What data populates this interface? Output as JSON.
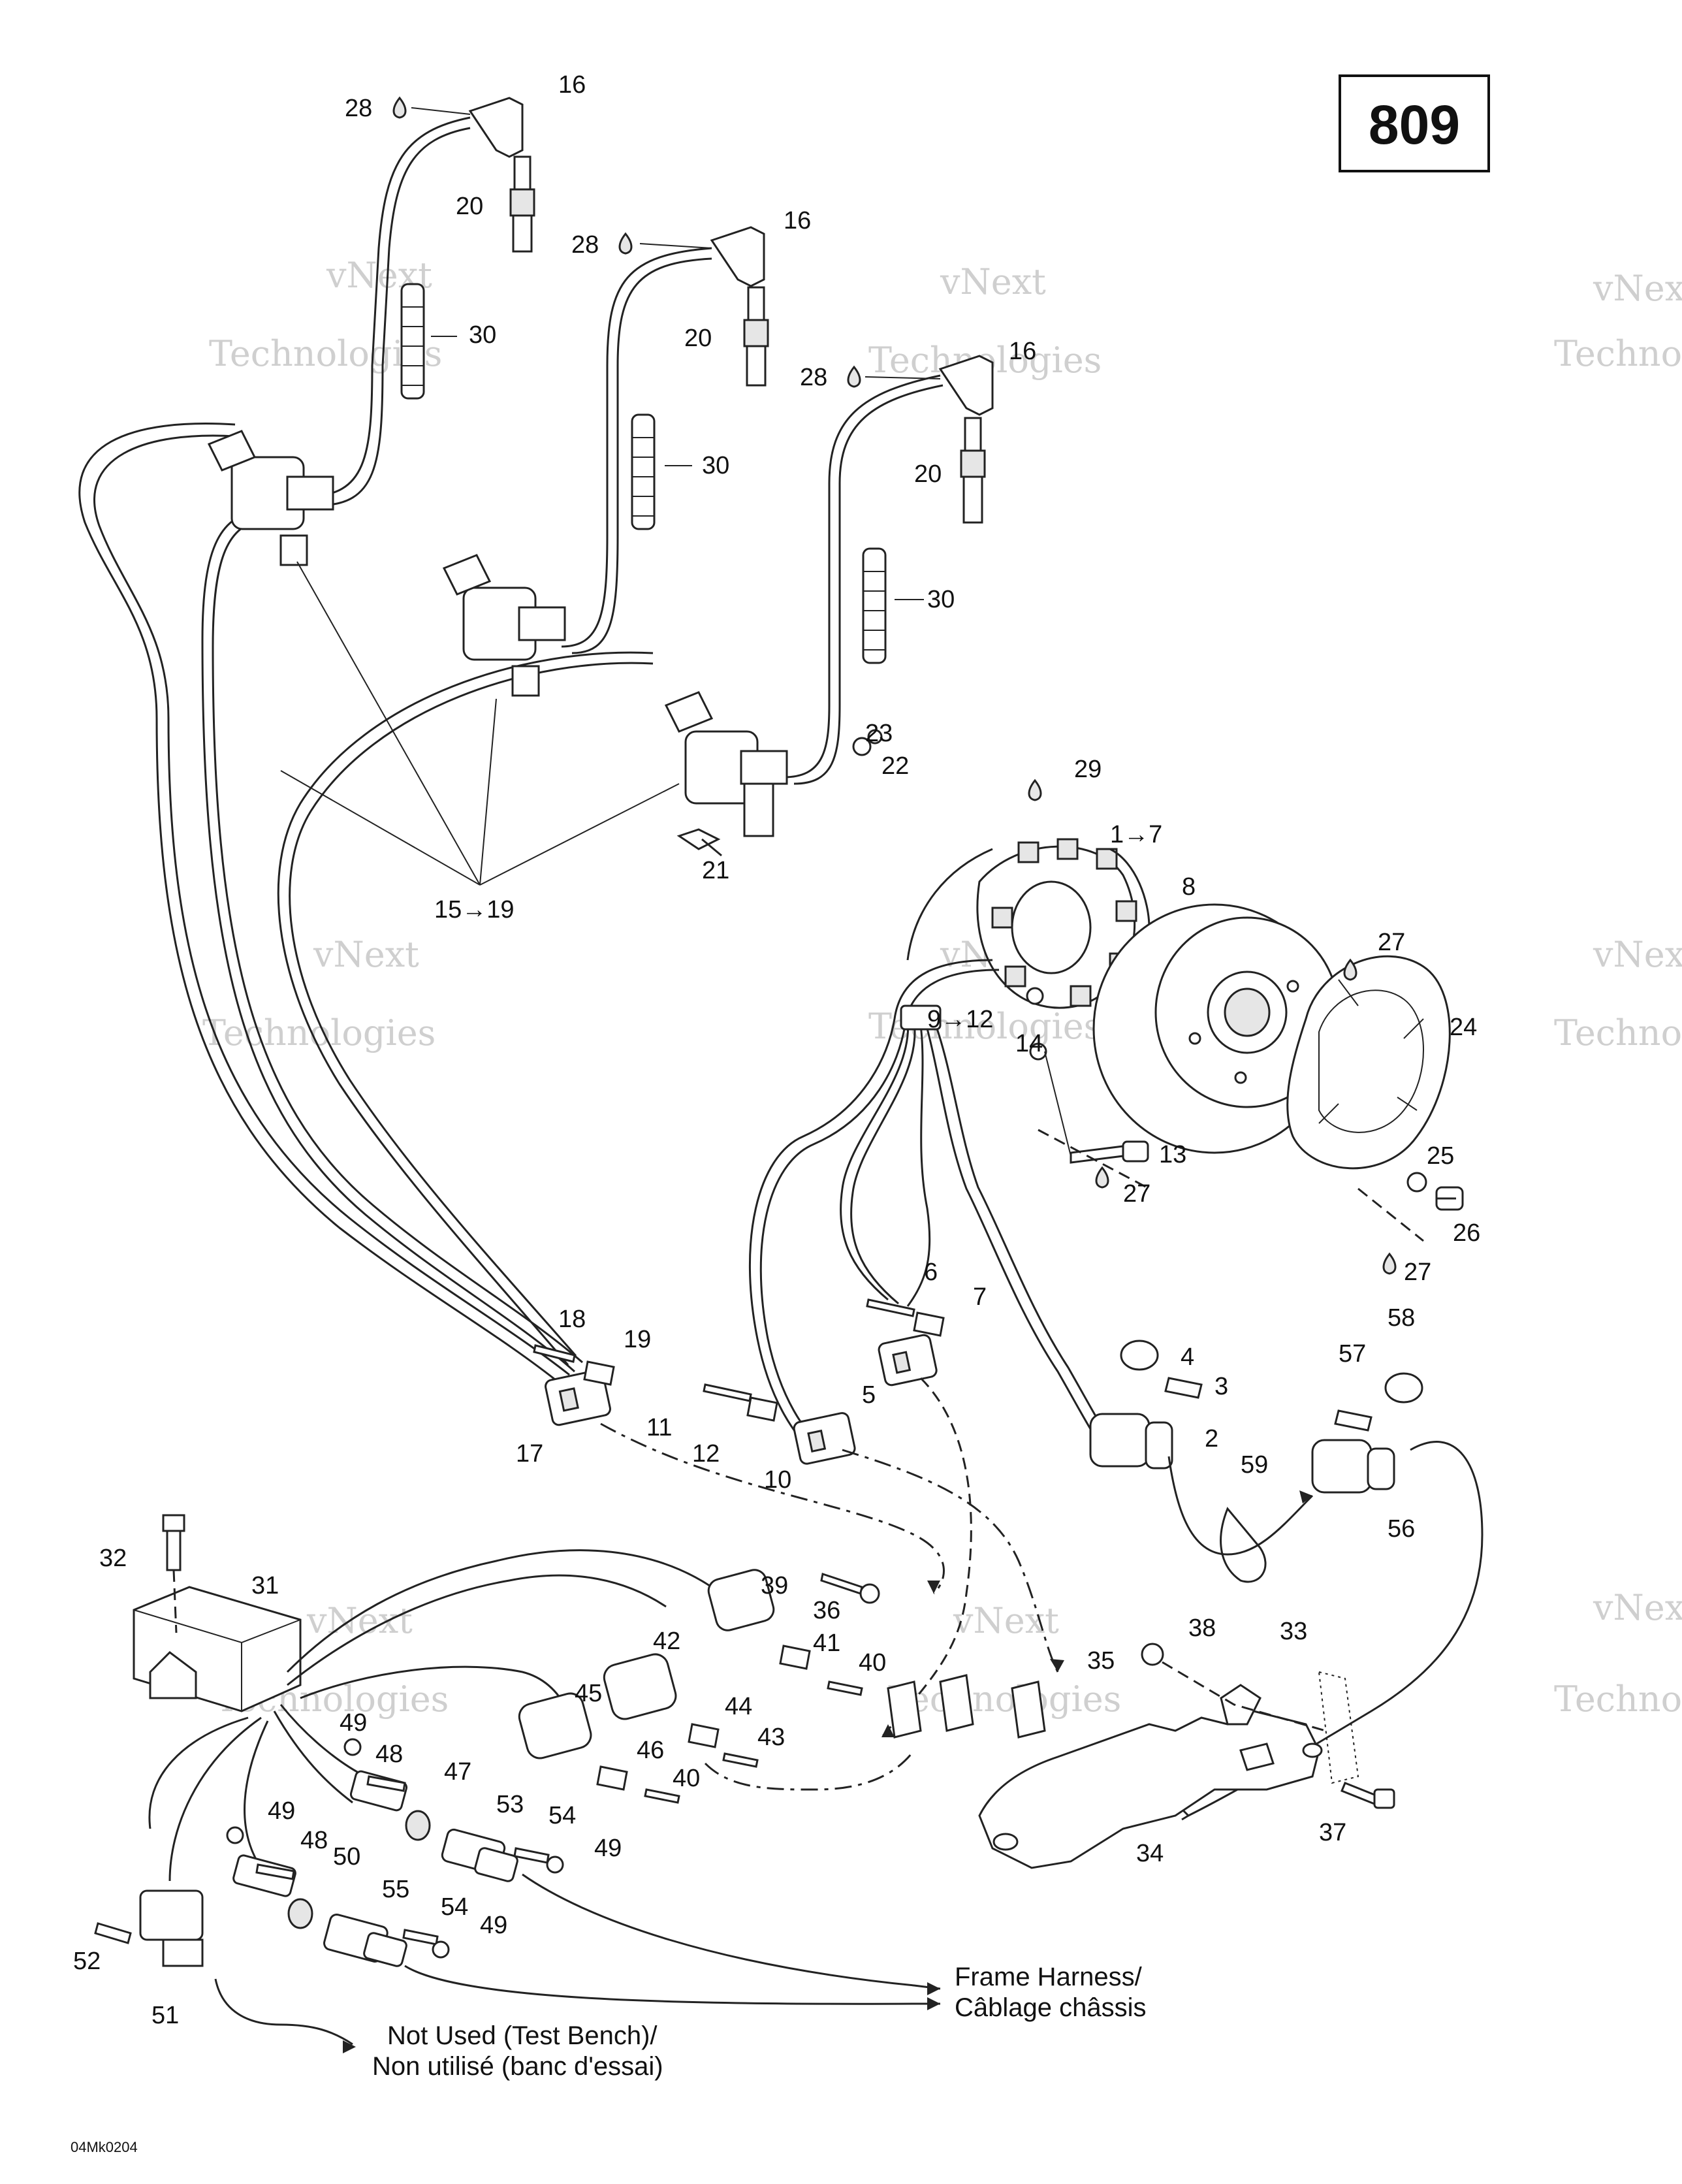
{
  "diagram": {
    "page_number": "809",
    "drawing_code": "04Mk0204",
    "watermark": [
      "vNext",
      "Technologies"
    ],
    "notes": {
      "frame_harness": [
        "Frame Harness/",
        "Câblage châssis"
      ],
      "not_used": [
        "Not Used (Test Bench)/",
        "Non utilisé (banc d'essai)"
      ]
    },
    "callouts": {
      "c16a": "16",
      "c16b": "16",
      "c16c": "16",
      "c28a": "28",
      "c28b": "28",
      "c28c": "28",
      "c20a": "20",
      "c20b": "20",
      "c20c": "20",
      "c30a": "30",
      "c30b": "30",
      "c30c": "30",
      "c15": "15→19",
      "c21": "21",
      "c22": "22",
      "c23": "23",
      "c29": "29",
      "c1": "1→7",
      "c8": "8",
      "c27a": "27",
      "c24": "24",
      "c9": "9→12",
      "c14": "14",
      "c13": "13",
      "c27b": "27",
      "c25": "25",
      "c26": "26",
      "c27c": "27",
      "c6": "6",
      "c7": "7",
      "c5": "5",
      "c4": "4",
      "c3": "3",
      "c2": "2",
      "c18": "18",
      "c19": "19",
      "c17": "17",
      "c11": "11",
      "c12": "12",
      "c10": "10",
      "c58": "58",
      "c57": "57",
      "c59": "59",
      "c56": "56",
      "c32": "32",
      "c31": "31",
      "c39": "39",
      "c36": "36",
      "c41": "41",
      "c40a": "40",
      "c42": "42",
      "c45": "45",
      "c44": "44",
      "c43": "43",
      "c46": "46",
      "c40b": "40",
      "c38": "38",
      "c33": "33",
      "c35": "35",
      "c37": "37",
      "c34": "34",
      "c49a": "49",
      "c48a": "48",
      "c47": "47",
      "c53": "53",
      "c54a": "54",
      "c49b": "49",
      "c49c": "49",
      "c48b": "48",
      "c50": "50",
      "c55": "55",
      "c54b": "54",
      "c49d": "49",
      "c52": "52",
      "c51": "51"
    }
  }
}
